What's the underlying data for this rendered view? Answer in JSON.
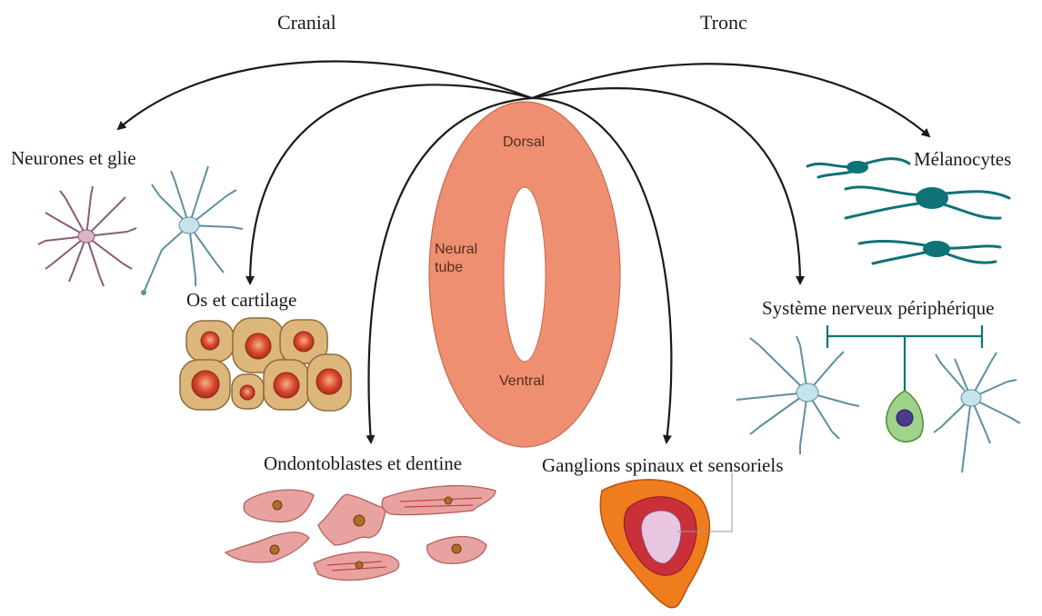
{
  "headers": {
    "cranial": "Cranial",
    "tronc": "Tronc"
  },
  "tube": {
    "dorsal": "Dorsal",
    "neural_line1": "Neural",
    "neural_line2": "tube",
    "ventral": "Ventral"
  },
  "derivatives": {
    "neurones": "Neurones et glie",
    "os": "Os et cartilage",
    "odonto": "Ondontoblastes et dentine",
    "ganglions": "Ganglions spinaux et sensoriels",
    "melanocytes": "Mélanocytes",
    "snp": "Système nerveux périphérique"
  },
  "colors": {
    "tube": "#ee8f72",
    "bone_outer": "#dcb67b",
    "bone_nucleus": "#d9472c",
    "odonto": "#e8a3a0",
    "ganglion_outer": "#ef7d1e",
    "ganglion_mid": "#c9303a",
    "melanocyte": "#0e7379",
    "neuron": "#5d8fa0"
  }
}
